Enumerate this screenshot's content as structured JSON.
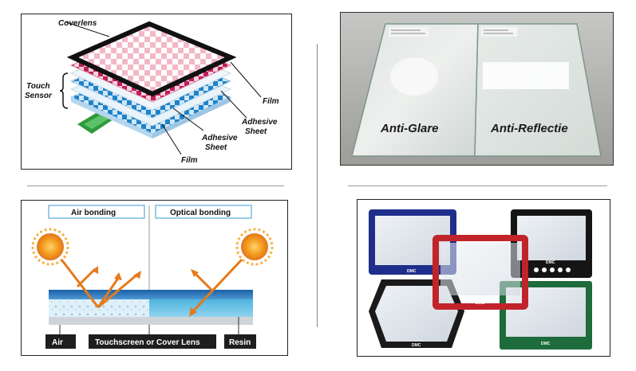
{
  "touch_stack": {
    "coverlens": "Coverlens",
    "touch_sensor_line1": "Touch",
    "touch_sensor_line2": "Sensor",
    "film_top": "Film",
    "adhesive_right_1": "Adhesive",
    "adhesive_right_2": "Sheet",
    "adhesive_left_1": "Adhesive",
    "adhesive_left_2": "Sheet",
    "film_bottom": "Film"
  },
  "glass_photo": {
    "anti_glare": "Anti-Glare",
    "anti_reflectie": "Anti-Reflectie"
  },
  "bonding": {
    "air_bonding": "Air bonding",
    "optical_bonding": "Optical bonding",
    "air": "Air",
    "touchscreen": "Touchscreen or Cover Lens",
    "resin": "Resin"
  },
  "cover_lenses": {
    "brand": "DMC"
  }
}
